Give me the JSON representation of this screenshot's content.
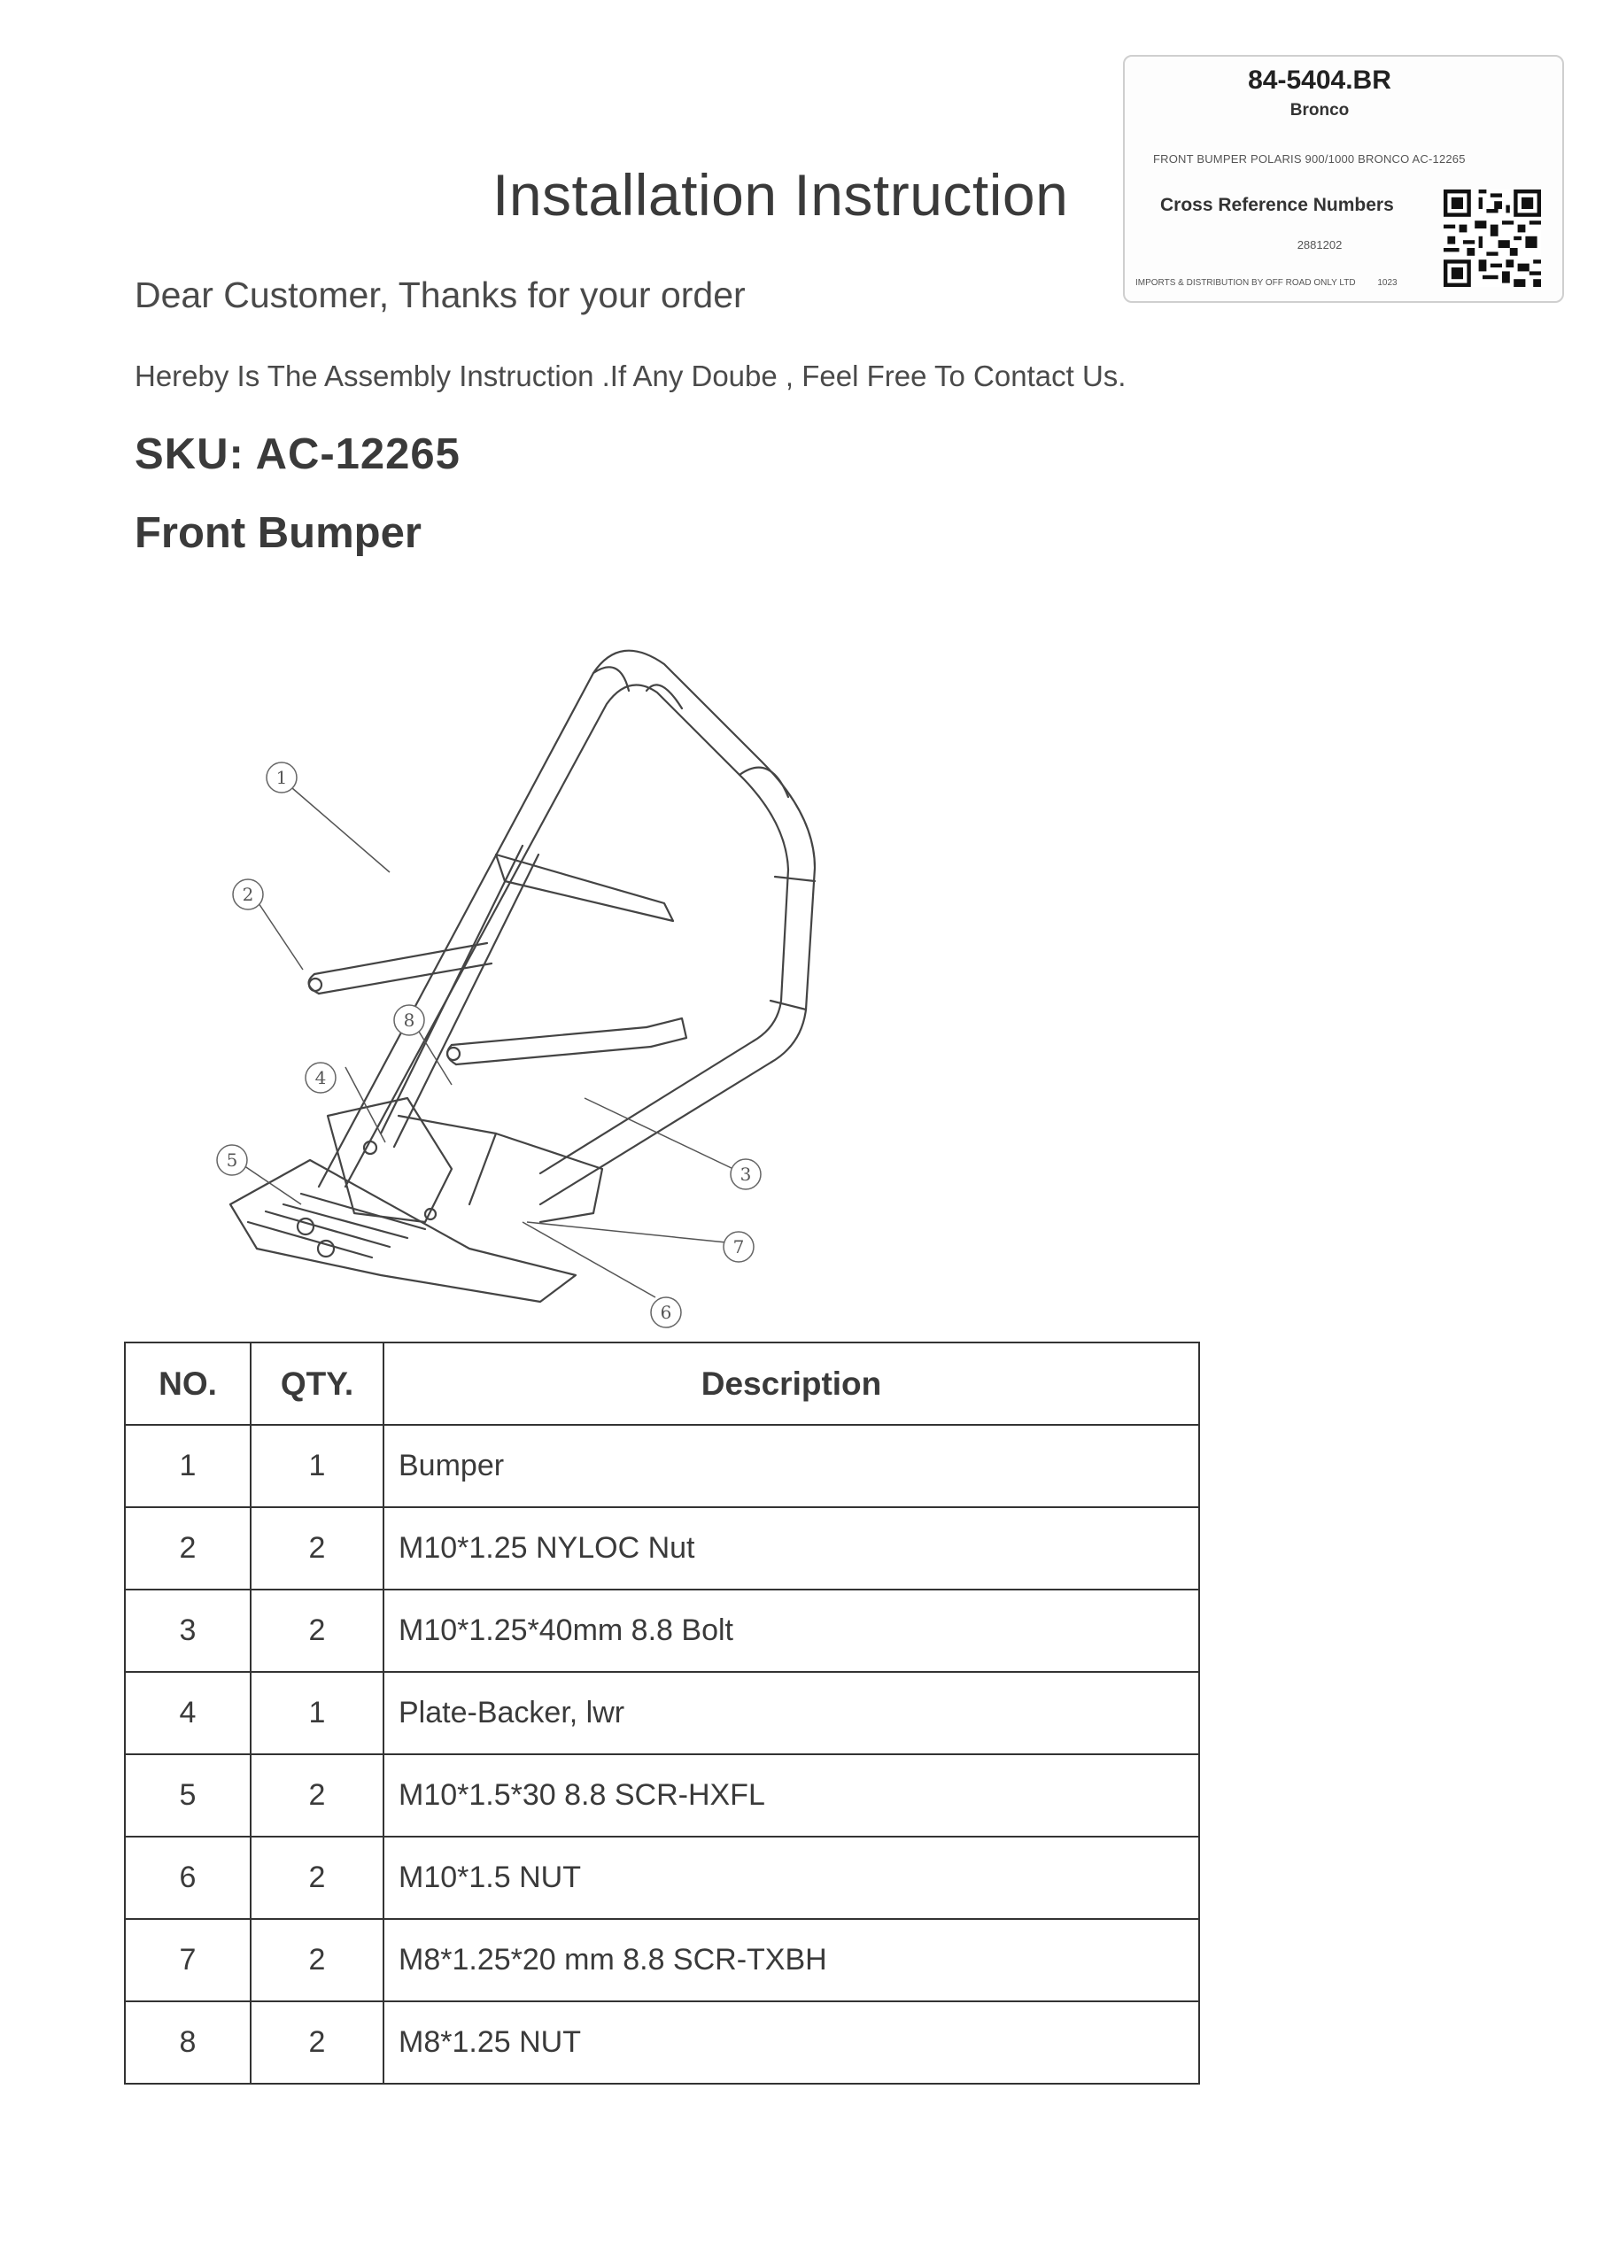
{
  "label": {
    "part_number": "84-5404.BR",
    "brand": "Bronco",
    "description": "FRONT BUMPER POLARIS 900/1000 BRONCO AC-12265",
    "cross_reference_title": "Cross Reference Numbers",
    "cross_reference_number": "2881202",
    "imports_line": "IMPORTS & DISTRIBUTION BY OFF ROAD ONLY LTD",
    "code": "1023"
  },
  "doc": {
    "title": "Installation Instruction",
    "greeting": "Dear Customer, Thanks for your order",
    "intro": "Hereby Is The Assembly Instruction .If Any Doube , Feel Free To Contact Us.",
    "sku": "SKU: AC-12265",
    "product": "Front Bumper"
  },
  "diagram": {
    "callouts": [
      "1",
      "2",
      "3",
      "4",
      "5",
      "6",
      "7",
      "8"
    ]
  },
  "table": {
    "headers": {
      "no": "NO.",
      "qty": "QTY.",
      "desc": "Description"
    },
    "rows": [
      {
        "no": "1",
        "qty": "1",
        "desc": "Bumper"
      },
      {
        "no": "2",
        "qty": "2",
        "desc": "M10*1.25 NYLOC Nut"
      },
      {
        "no": "3",
        "qty": "2",
        "desc": "M10*1.25*40mm 8.8 Bolt"
      },
      {
        "no": "4",
        "qty": "1",
        "desc": "Plate-Backer, lwr"
      },
      {
        "no": "5",
        "qty": "2",
        "desc": "M10*1.5*30 8.8 SCR-HXFL"
      },
      {
        "no": "6",
        "qty": "2",
        "desc": "M10*1.5 NUT"
      },
      {
        "no": "7",
        "qty": "2",
        "desc": "M8*1.25*20 mm 8.8 SCR-TXBH"
      },
      {
        "no": "8",
        "qty": "2",
        "desc": "M8*1.25 NUT"
      }
    ]
  }
}
